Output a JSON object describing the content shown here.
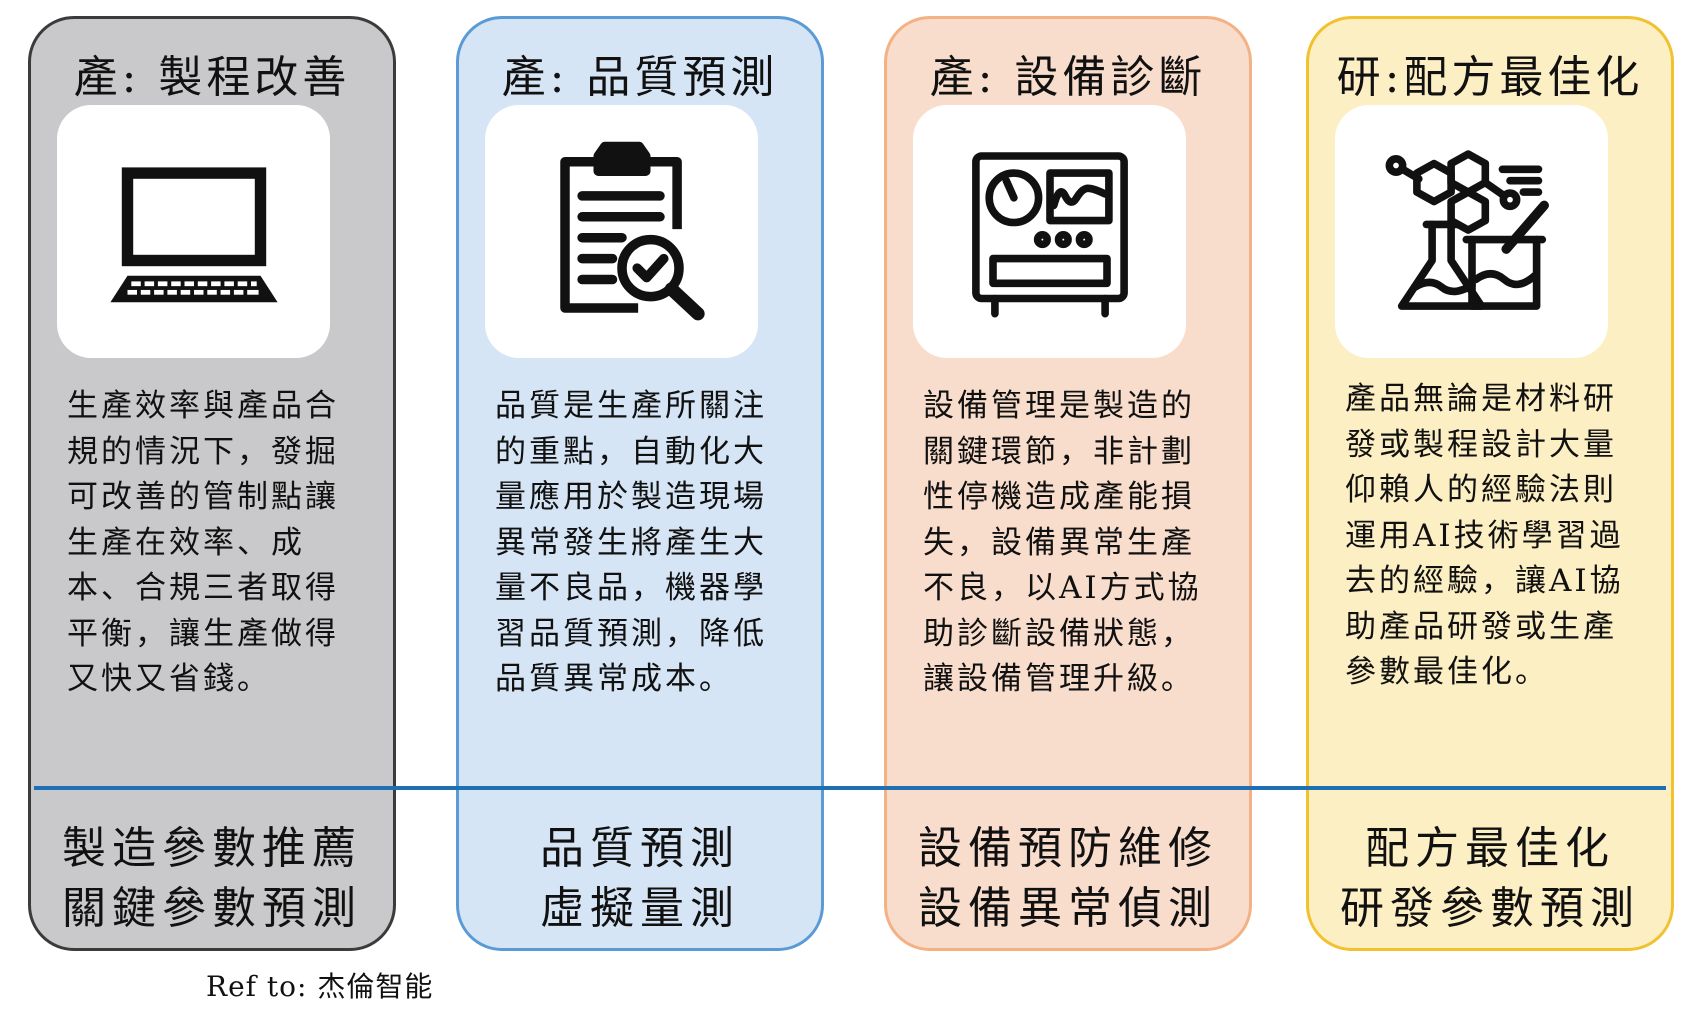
{
  "colors": {
    "divider": "#1f6fb5",
    "icon_stroke": "#111111",
    "icon_box": "#ffffff"
  },
  "cards": [
    {
      "title": "產: 製程改善",
      "icon": "laptop-icon",
      "description": "生產效率與產品合規的情況下，發掘可改善的管制點讓生產在效率、成本、合規三者取得平衡，讓生產做得又快又省錢。",
      "bottom_line_1": "製造參數推薦",
      "bottom_line_2": "關鍵參數預測",
      "fill": "#c9c8ca",
      "border": "#3b3b3b"
    },
    {
      "title": "產: 品質預測",
      "icon": "clipboard-magnifier-icon",
      "description": "品質是生產所關注的重點，自動化大量應用於製造現場異常發生將產生大量不良品，機器學習品質預測，降低品質異常成本。",
      "bottom_line_1": "品質預測",
      "bottom_line_2": "虛擬量測",
      "fill": "#d6e5f5",
      "border": "#5b9bd5"
    },
    {
      "title": "產: 設備診斷",
      "icon": "equipment-panel-icon",
      "description": "設備管理是製造的關鍵環節，非計劃性停機造成產能損失，設備異常生產不良，以AI方式協助診斷設備狀態，讓設備管理升級。",
      "bottom_line_1": "設備預防維修",
      "bottom_line_2": "設備異常偵測",
      "fill": "#f8ddcd",
      "border": "#f4b183"
    },
    {
      "title": "研:配方最佳化",
      "icon": "lab-molecule-icon",
      "description": "產品無論是材料研發或製程設計大量仰賴人的經驗法則運用AI技術學習過去的經驗，讓AI協助產品研發或生產參數最佳化。",
      "bottom_line_1": "配方最佳化",
      "bottom_line_2": "研發參數預測",
      "fill": "#fdefc4",
      "border": "#f2c12e"
    }
  ],
  "ref": "Ref to: 杰倫智能"
}
